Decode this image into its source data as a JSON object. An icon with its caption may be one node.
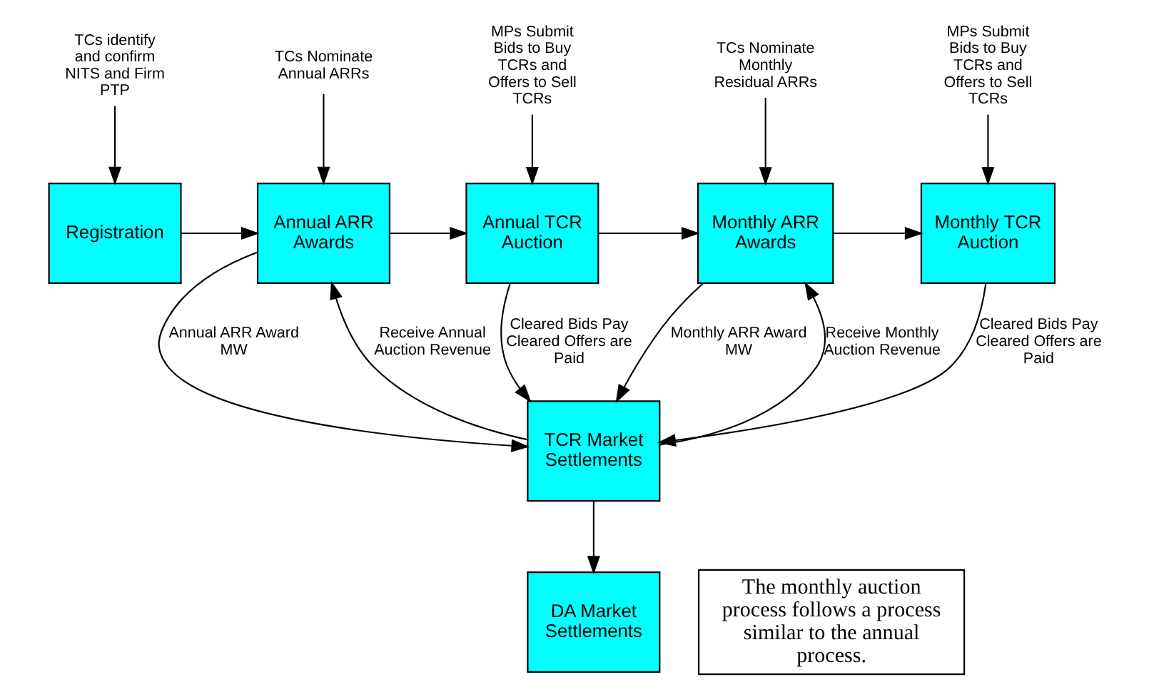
{
  "diagram": {
    "nodes": [
      {
        "text": [
          "TCs identify and confirm NITS and Firm PTP"
        ]
      },
      {
        "text": [
          "TCs Nominate Annual ARRs"
        ]
      },
      {
        "text": [
          "MPs Submit Bids to Buy TCRs and Offers to Sell TCRs"
        ]
      },
      {
        "text": [
          "TCs Nominate Monthly Residual ARRs"
        ]
      },
      {
        "text": [
          "MPs Submit Bids to Buy TCRs and Offers to Sell TCRs"
        ]
      },
      {
        "text": [
          "Registration"
        ]
      },
      {
        "text": [
          "Annual ARR Awards"
        ]
      },
      {
        "text": [
          "Annual TCR Auction"
        ]
      },
      {
        "text": [
          "Monthly ARR Awards"
        ]
      },
      {
        "text": [
          "Monthly TCR Auction"
        ]
      },
      {
        "text": [
          "TCR Market Settlements"
        ]
      },
      {
        "text": [
          "DA Market Settlements"
        ]
      },
      {
        "text": [
          "The monthly auction process follows a process similar to the annual process."
        ]
      }
    ],
    "edges": [
      {
        "from": 0,
        "to": 5,
        "arrow": "to"
      },
      {
        "from": 1,
        "to": 6,
        "arrow": "to"
      },
      {
        "from": 2,
        "to": 7,
        "arrow": "to"
      },
      {
        "from": 3,
        "to": 8,
        "arrow": "to"
      },
      {
        "from": 4,
        "to": 9,
        "arrow": "to"
      },
      {
        "from": 5,
        "to": 6,
        "arrow": "to"
      },
      {
        "from": 6,
        "to": 7,
        "arrow": "to"
      },
      {
        "from": 7,
        "to": 8,
        "arrow": "to"
      },
      {
        "from": 8,
        "to": 9,
        "arrow": "to"
      },
      {
        "from": 6,
        "to": 10,
        "arrow": "to",
        "label": "Annual ARR Award MW"
      },
      {
        "from": 7,
        "to": 10,
        "arrow": "to",
        "label": "Cleared Bids Pay Cleared Offers are Paid"
      },
      {
        "from": 10,
        "to": 8,
        "arrow": "to",
        "label": "Receive Monthly Auction Revenue"
      },
      {
        "from": 8,
        "to": 10,
        "arrow": "to",
        "label": "Monthly ARR Award MW"
      },
      {
        "from": 9,
        "to": 10,
        "arrow": "to",
        "label": "Cleared Bids Pay Cleared Offers are Paid"
      },
      {
        "from": 10,
        "to": 6,
        "arrow": "to",
        "label": "Receive Annual Auction Revenue"
      },
      {
        "from": 10,
        "to": 11,
        "arrow": "to"
      }
    ]
  }
}
